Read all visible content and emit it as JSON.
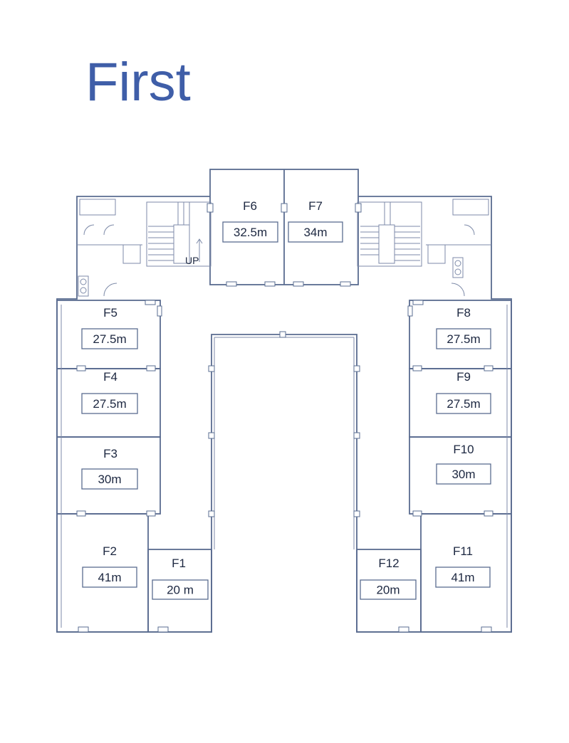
{
  "title": "First",
  "colors": {
    "title": "#3f5ea8",
    "lines": "#5a6c90"
  },
  "stair_label": "UP",
  "units": [
    {
      "id": "F1",
      "label": "F1",
      "area": "20 m"
    },
    {
      "id": "F2",
      "label": "F2",
      "area": "41m"
    },
    {
      "id": "F3",
      "label": "F3",
      "area": "30m"
    },
    {
      "id": "F4",
      "label": "F4",
      "area": "27.5m"
    },
    {
      "id": "F5",
      "label": "F5",
      "area": "27.5m"
    },
    {
      "id": "F6",
      "label": "F6",
      "area": "32.5m"
    },
    {
      "id": "F7",
      "label": "F7",
      "area": "34m"
    },
    {
      "id": "F8",
      "label": "F8",
      "area": "27.5m"
    },
    {
      "id": "F9",
      "label": "F9",
      "area": "27.5m"
    },
    {
      "id": "F10",
      "label": "F10",
      "area": "30m"
    },
    {
      "id": "F11",
      "label": "F11",
      "area": "41m"
    },
    {
      "id": "F12",
      "label": "F12",
      "area": "20m"
    }
  ]
}
